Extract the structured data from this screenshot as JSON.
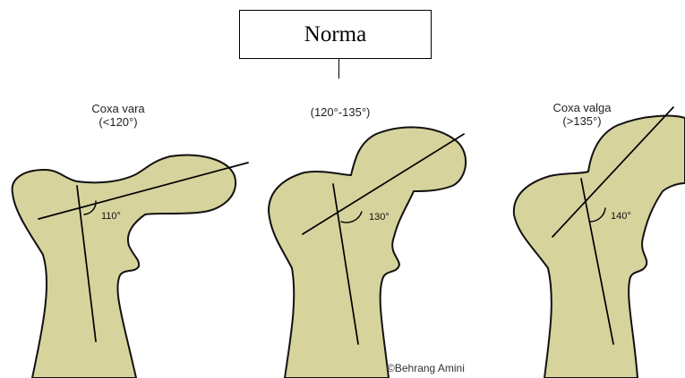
{
  "header": {
    "label": "Norma"
  },
  "femurs": [
    {
      "caption_line1": "Coxa vara",
      "caption_line2": "(<120°)",
      "angle_label": "110°"
    },
    {
      "caption_line1": "",
      "caption_line2": "(120°-135°)",
      "angle_label": "130°"
    },
    {
      "caption_line1": "Coxa valga",
      "caption_line2": "(>135°)",
      "angle_label": "140°"
    }
  ],
  "credit": "©Behrang Amini",
  "colors": {
    "bone_fill": "#d7d39d",
    "bone_stroke": "#111111",
    "line": "#000000"
  }
}
